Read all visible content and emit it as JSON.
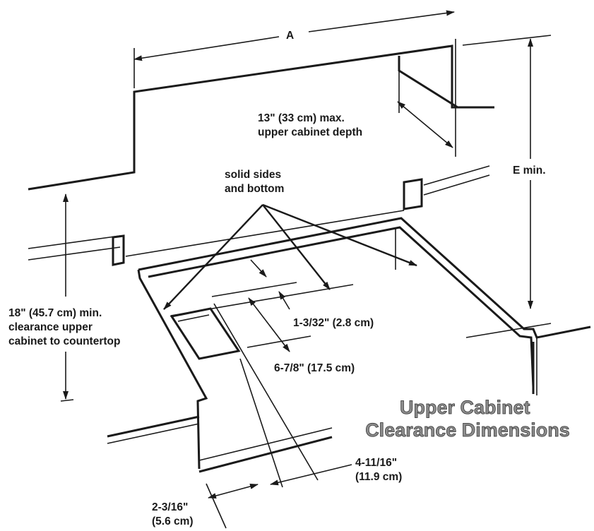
{
  "title": {
    "line1": "Upper Cabinet",
    "line2": "Clearance Dimensions"
  },
  "labels": {
    "dimension_a": "A",
    "dimension_e": "E min.",
    "cabinet_depth": [
      "13\" (33 cm) max.",
      "upper cabinet depth"
    ],
    "solid_sides": [
      "solid sides",
      "and bottom"
    ],
    "clearance": [
      "18\" (45.7 cm) min.",
      "clearance upper",
      "cabinet to countertop"
    ],
    "dim_1_3_32": "1-3/32\" (2.8 cm)",
    "dim_6_7_8": "6-7/8\" (17.5 cm)",
    "dim_4_11_16": [
      "4-11/16\"",
      "(11.9 cm)"
    ],
    "dim_2_3_16": [
      "2-3/16\"",
      "(5.6 cm)"
    ]
  }
}
